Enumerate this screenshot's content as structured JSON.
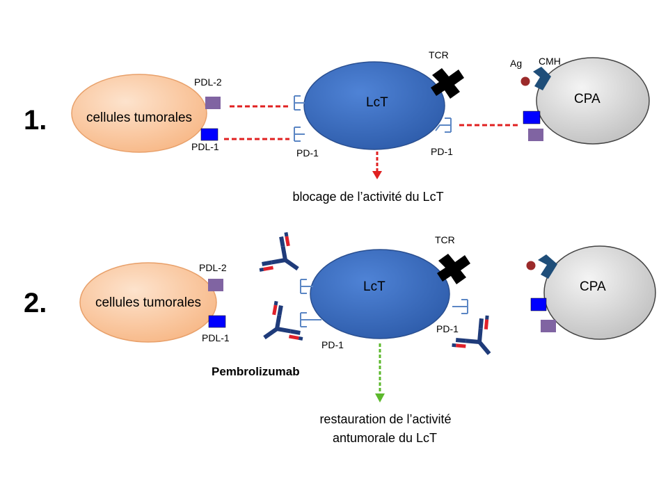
{
  "panel1": {
    "number": "1.",
    "tumor_label": "cellules tumorales",
    "pdl2": "PDL-2",
    "pdl1": "PDL-1",
    "lct_label": "LcT",
    "tcr": "TCR",
    "pd1_left": "PD-1",
    "pd1_right": "PD-1",
    "ag": "Ag",
    "cmh": "CMH",
    "cpa_label": "CPA",
    "outcome": "blocage de l’activité du LcT"
  },
  "panel2": {
    "number": "2.",
    "tumor_label": "cellules tumorales",
    "pdl2": "PDL-2",
    "pdl1": "PDL-1",
    "lct_label": "LcT",
    "tcr": "TCR",
    "pd1_left": "PD-1",
    "pd1_right": "PD-1",
    "cpa_label": "CPA",
    "drug": "Pembrolizumab",
    "outcome_line1": "restauration de l’activité",
    "outcome_line2": "antumorale du LcT"
  },
  "colors": {
    "tumor_fill": "#f9c49a",
    "lct_fill": "#3f6fc4",
    "cpa_fill": "#d9d9d9",
    "pdl2": "#8064a2",
    "pdl1": "#0000ff",
    "inhibition_line": "#e02020",
    "restore_arrow": "#5cb82c",
    "antibody_heavy": "#1f3b7a",
    "antibody_light": "#e0202a",
    "antigen": "#9b2a2a",
    "cmh": "#1f4e79"
  },
  "icons": [
    "tcr-icon",
    "pd1-receptor-icon",
    "antibody-icon",
    "antigen-icon",
    "cmh-icon"
  ]
}
